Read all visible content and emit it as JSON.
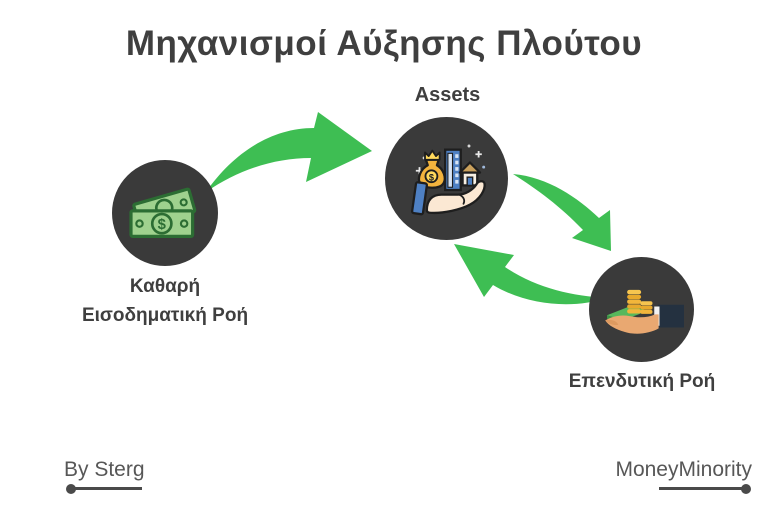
{
  "title": "Μηχανισμοί Αύξησης Πλούτου",
  "diagram": {
    "nodes": [
      {
        "id": "net-income",
        "label": "Καθαρή Εισοδηματική Ροή",
        "icon": "money-bills-icon"
      },
      {
        "id": "assets",
        "label": "Assets",
        "icon": "hand-holding-assets-icon"
      },
      {
        "id": "investment",
        "label": "Επενδυτική Ροή",
        "icon": "hand-holding-coins-icon"
      }
    ],
    "edges": [
      {
        "from": "net-income",
        "to": "assets"
      },
      {
        "from": "assets",
        "to": "investment"
      },
      {
        "from": "investment",
        "to": "assets"
      }
    ]
  },
  "icons": {
    "dollar_sign": "$"
  },
  "footer": {
    "left_credit": "By Sterg",
    "right_credit": "MoneyMinority"
  },
  "colors": {
    "background": "#FFFFFF",
    "arrow_green": "#3EBE53",
    "node_circle": "#3A3A3A",
    "heading_text": "#3F3F3F",
    "footer_text": "#575757",
    "money_green_fill": "#9FD18E",
    "money_green_stroke": "#2C6D33",
    "gold": "#F2B63B",
    "crown_gold": "#FFD95C",
    "blue_building": "#4E80C3",
    "hand_cream": "#FBE8D3",
    "hand_tan": "#E9A871",
    "sleeve_navy": "#243140"
  }
}
